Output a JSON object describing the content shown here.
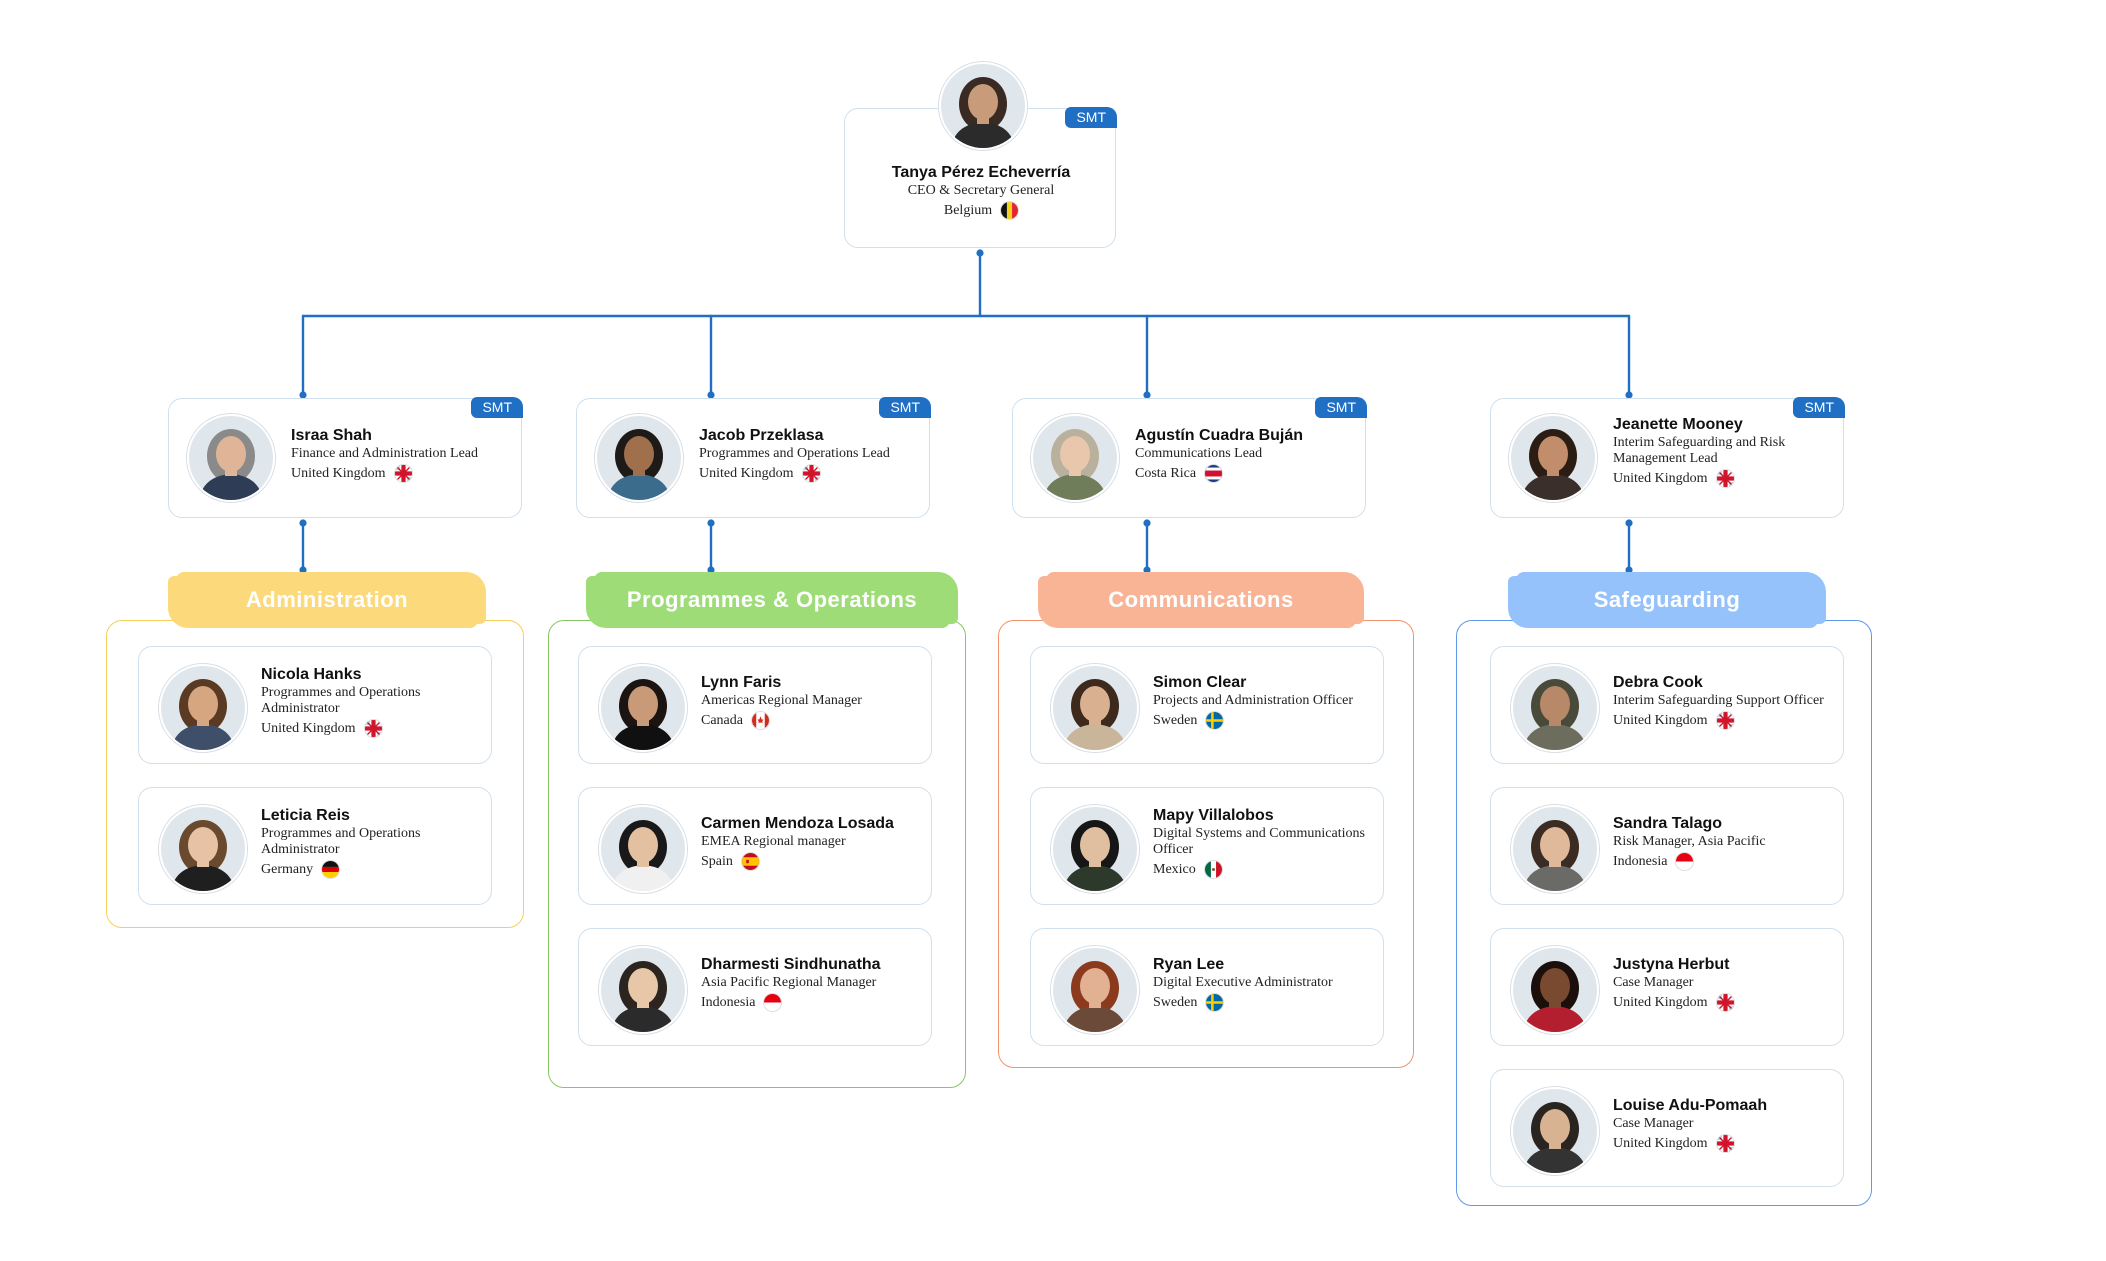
{
  "top": {
    "badge": "SMT",
    "name": "Tanya Pérez Echeverría",
    "role": "CEO & Secretary General",
    "country": "Belgium",
    "flag": "be"
  },
  "leads": [
    {
      "badge": "SMT",
      "name": "Israa Shah",
      "role": "Finance and Administration Lead",
      "country": "United Kingdom",
      "flag": "uk"
    },
    {
      "badge": "SMT",
      "name": "Jacob Przeklasa",
      "role": "Programmes and Operations Lead",
      "country": "United Kingdom",
      "flag": "uk"
    },
    {
      "badge": "SMT",
      "name": "Agustín Cuadra Buján",
      "role": "Communications Lead",
      "country": "Costa Rica",
      "flag": "cr"
    },
    {
      "badge": "SMT",
      "name": "Jeanette Mooney",
      "role": "Interim Safeguarding and Risk Management Lead",
      "country": "United Kingdom",
      "flag": "uk"
    }
  ],
  "departments": [
    {
      "label": "Administration",
      "color": "#fcd97a",
      "border": "#f5cf5c",
      "members": [
        {
          "name": "Nicola Hanks",
          "role": "Programmes and Operations Administrator",
          "country": "United Kingdom",
          "flag": "uk"
        },
        {
          "name": "Leticia Reis",
          "role": "Programmes and Operations Administrator",
          "country": "Germany",
          "flag": "de"
        }
      ]
    },
    {
      "label": "Programmes & Operations",
      "color": "#9ddc76",
      "border": "#86c763",
      "members": [
        {
          "name": "Lynn Faris",
          "role": "Americas Regional Manager",
          "country": "Canada",
          "flag": "ca"
        },
        {
          "name": "Carmen Mendoza Losada",
          "role": "EMEA Regional manager",
          "country": "Spain",
          "flag": "es"
        },
        {
          "name": "Dharmesti Sindhunatha",
          "role": "Asia Pacific Regional Manager",
          "country": "Indonesia",
          "flag": "id"
        }
      ]
    },
    {
      "label": "Communications",
      "color": "#f9b496",
      "border": "#f1946b",
      "members": [
        {
          "name": "Simon Clear",
          "role": "Projects and Administration Officer",
          "country": "Sweden",
          "flag": "se"
        },
        {
          "name": "Mapy Villalobos",
          "role": "Digital Systems and Communications Officer",
          "country": "Mexico",
          "flag": "mx"
        },
        {
          "name": "Ryan Lee",
          "role": "Digital Executive Administrator",
          "country": "Sweden",
          "flag": "se"
        }
      ]
    },
    {
      "label": "Safeguarding",
      "color": "#95c2fa",
      "border": "#5d9be8",
      "members": [
        {
          "name": "Debra Cook",
          "role": "Interim Safeguarding Support Officer",
          "country": "United Kingdom",
          "flag": "uk"
        },
        {
          "name": "Sandra Talago",
          "role": "Risk Manager, Asia Pacific",
          "country": "Indonesia",
          "flag": "id"
        },
        {
          "name": "Justyna Herbut",
          "role": "Case Manager",
          "country": "United Kingdom",
          "flag": "uk"
        },
        {
          "name": "Louise Adu-Pomaah",
          "role": "Case Manager",
          "country": "United Kingdom",
          "flag": "uk"
        }
      ]
    }
  ],
  "connector_color": "#1f6fc4"
}
